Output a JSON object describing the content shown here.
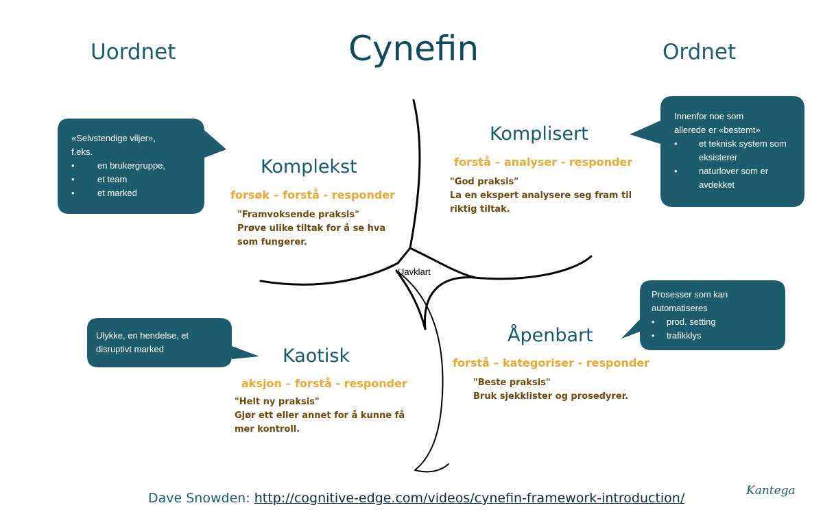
{
  "header": {
    "left": "Uordnet",
    "title": "Cynefin",
    "right": "Ordnet"
  },
  "domains": {
    "complex": {
      "title": "Komplekst",
      "approach": "forsøk – forstå - responder",
      "practice": "\"Framvoksende praksis\"",
      "lines": [
        "Prøve ulike tiltak for å se hva",
        "som fungerer."
      ]
    },
    "complicated": {
      "title": "Komplisert",
      "approach": "forstå – analyser - responder",
      "practice": "\"God praksis\"",
      "lines": [
        "La en ekspert analysere seg fram til",
        "riktig tiltak."
      ]
    },
    "chaotic": {
      "title": "Kaotisk",
      "approach": "aksjon – forstå - responder",
      "practice": "\"Helt ny praksis\"",
      "lines": [
        "Gjør ett eller annet for å kunne få",
        "mer kontroll."
      ]
    },
    "clear": {
      "title": "Åpenbart",
      "approach": "forstå – kategoriser - responder",
      "practice": "\"Beste praksis\"",
      "lines": [
        "Bruk sjekklister og prosedyrer."
      ]
    },
    "center": "Uavklart"
  },
  "bubbles": {
    "complex": {
      "lines": [
        "«Selvstendige viljer»,",
        "f.eks."
      ],
      "items": [
        "en brukergruppe,",
        "et team",
        "et marked"
      ]
    },
    "complicated": {
      "lines": [
        "Innenfor noe som",
        "allerede er «bestemt»"
      ],
      "items": [
        "et teknisk system som eksisterer",
        "naturlover som er avdekket"
      ]
    },
    "chaotic": {
      "lines": [
        "Ulykke, en hendelse, et",
        "disruptivt marked"
      ],
      "items": []
    },
    "clear": {
      "lines": [
        "Prosesser som kan",
        "automatiseres"
      ],
      "items": [
        "prod. setting",
        "trafikklys"
      ]
    }
  },
  "footer": {
    "prefix": "Dave Snowden: ",
    "link": "http://cognitive-edge.com/videos/cynefin-framework-introduction/"
  },
  "logo": "Kantega",
  "colors": {
    "bubble": "#1c5c6c",
    "domain_title": "#155a6e",
    "approach": "#f0a830",
    "description": "#6e4a0c"
  }
}
